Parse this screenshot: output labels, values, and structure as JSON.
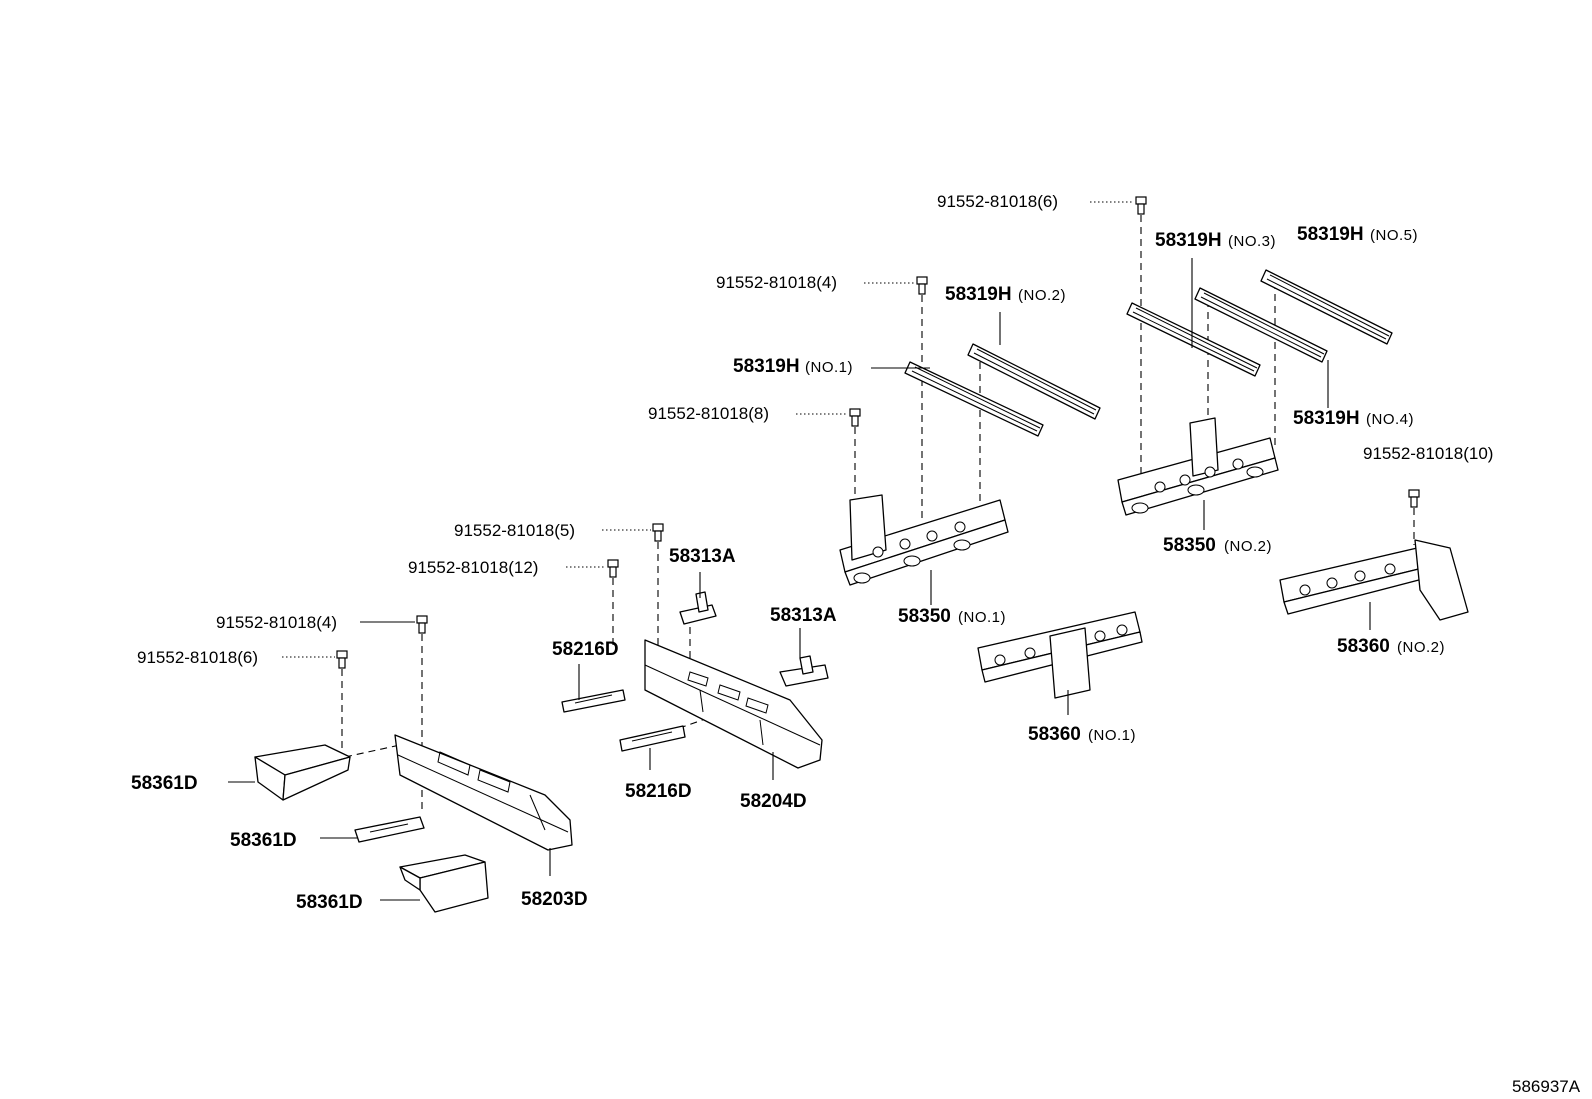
{
  "diagram_code": "586937A",
  "callouts": {
    "bolt_6_top": {
      "text": "91552-81018(6)"
    },
    "bolt_4_upper": {
      "text": "91552-81018(4)"
    },
    "bolt_8": {
      "text": "91552-81018(8)"
    },
    "bolt_5": {
      "text": "91552-81018(5)"
    },
    "bolt_12": {
      "text": "91552-81018(12)"
    },
    "bolt_4_lower": {
      "text": "91552-81018(4)"
    },
    "bolt_6_lower": {
      "text": "91552-81018(6)"
    },
    "bolt_10": {
      "text": "91552-81018(10)"
    },
    "rail_no1": {
      "text": "58319H",
      "note": "(NO.1)"
    },
    "rail_no2": {
      "text": "58319H",
      "note": "(NO.2)"
    },
    "rail_no3": {
      "text": "58319H",
      "note": "(NO.3)"
    },
    "rail_no4": {
      "text": "58319H",
      "note": "(NO.4)"
    },
    "rail_no5": {
      "text": "58319H",
      "note": "(NO.5)"
    },
    "member_58350_no1": {
      "text": "58350",
      "note": "(NO.1)"
    },
    "member_58350_no2": {
      "text": "58350",
      "note": "(NO.2)"
    },
    "member_58360_no1": {
      "text": "58360",
      "note": "(NO.1)"
    },
    "member_58360_no2": {
      "text": "58360",
      "note": "(NO.2)"
    },
    "bracket_58313a_left": {
      "text": "58313A"
    },
    "bracket_58313a_right": {
      "text": "58313A"
    },
    "plate_58216d_upper": {
      "text": "58216D"
    },
    "plate_58216d_lower": {
      "text": "58216D"
    },
    "member_58204d": {
      "text": "58204D"
    },
    "member_58203d": {
      "text": "58203D"
    },
    "cover_58361d_1": {
      "text": "58361D"
    },
    "cover_58361d_2": {
      "text": "58361D"
    },
    "cover_58361d_3": {
      "text": "58361D"
    }
  }
}
